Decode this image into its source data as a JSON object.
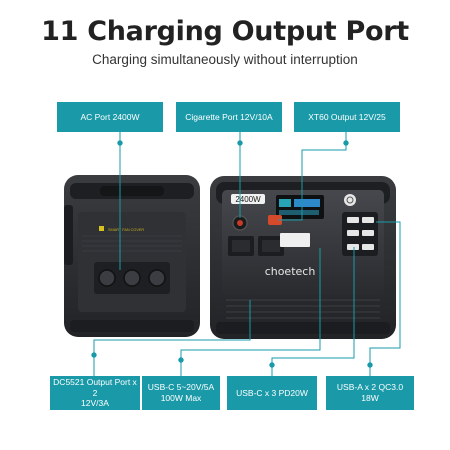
{
  "header": {
    "title": "11 Charging Output Port",
    "subtitle": "Charging simultaneously without interruption"
  },
  "top_labels": {
    "ac": "AC Port  2400W",
    "cig": "Cigarette Port   12V/10A",
    "xt60": "XT60 Output  12V/25"
  },
  "bottom_labels": {
    "dc5521_line1": "DC5521 Output Port x 2",
    "dc5521_line2": "12V/3A",
    "usbc1_line1": "USB-C 5~20V/5A",
    "usbc1_line2": "100W Max",
    "usbc3": "USB-C x 3   PD20W",
    "usba": "USB-A x 2     QC3.0 18W"
  },
  "device": {
    "brand": "choetech",
    "display_value": "2400W",
    "cover_text": "SMART FAN COVER"
  },
  "colors": {
    "accent": "#1a9aa8",
    "body": "#2b2d31",
    "panel": "#3a3d42"
  }
}
